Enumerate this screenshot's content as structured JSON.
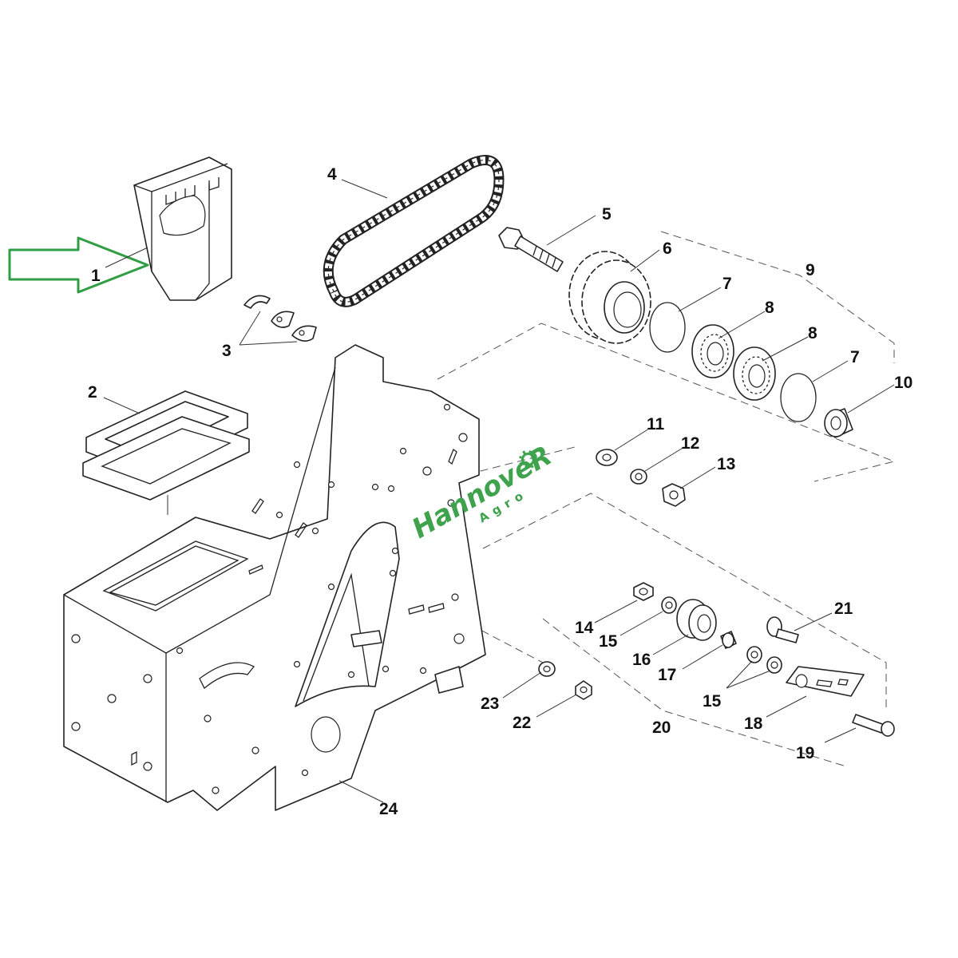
{
  "colors": {
    "line": "#222222",
    "arrow": "#2f9e44",
    "watermark": "#3fa34d"
  },
  "watermark": {
    "brand": "HannoveR",
    "sub": "Agro"
  },
  "callouts": {
    "c1": "1",
    "c2": "2",
    "c3": "3",
    "c4": "4",
    "c5": "5",
    "c6": "6",
    "c7a": "7",
    "c7b": "7",
    "c8a": "8",
    "c8b": "8",
    "c9": "9",
    "c10": "10",
    "c11": "11",
    "c12": "12",
    "c13": "13",
    "c14": "14",
    "c15a": "15",
    "c15b": "15",
    "c16": "16",
    "c17": "17",
    "c18": "18",
    "c19": "19",
    "c20": "20",
    "c21": "21",
    "c22": "22",
    "c23": "23",
    "c24": "24"
  }
}
